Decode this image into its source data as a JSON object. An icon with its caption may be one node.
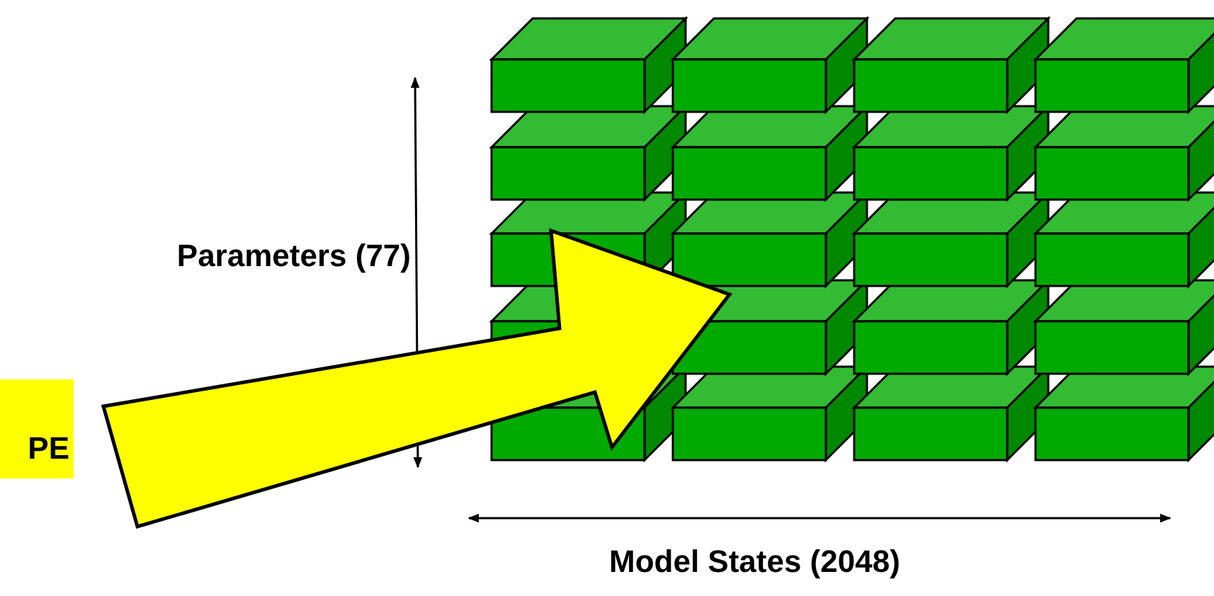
{
  "diagram": {
    "nodes": [
      {
        "text": [
          "PE"
        ]
      },
      {
        "text": [],
        "shape": "picture"
      }
    ],
    "edges": [
      {
        "from": 0,
        "to": 1,
        "arrow": "to",
        "style": "thick",
        "color": "#ffff00"
      }
    ],
    "labels": [
      "Parameters (77)",
      "Model States (2048)"
    ]
  }
}
